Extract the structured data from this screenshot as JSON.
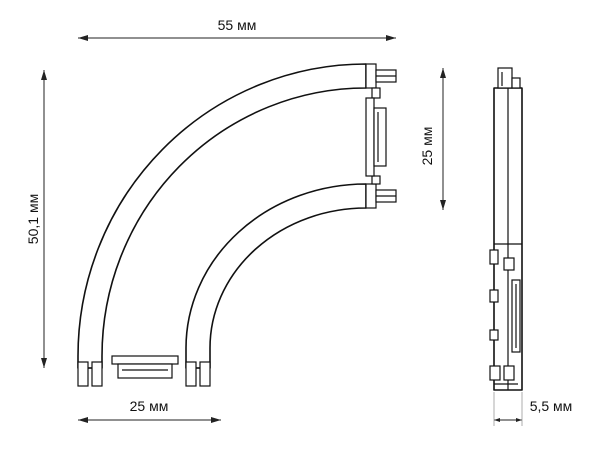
{
  "dimensions": {
    "width_top": "55 мм",
    "height_left": "50,1 мм",
    "connector_gap": "25 мм",
    "bottom_width": "25 мм",
    "thickness": "5,5 мм"
  }
}
